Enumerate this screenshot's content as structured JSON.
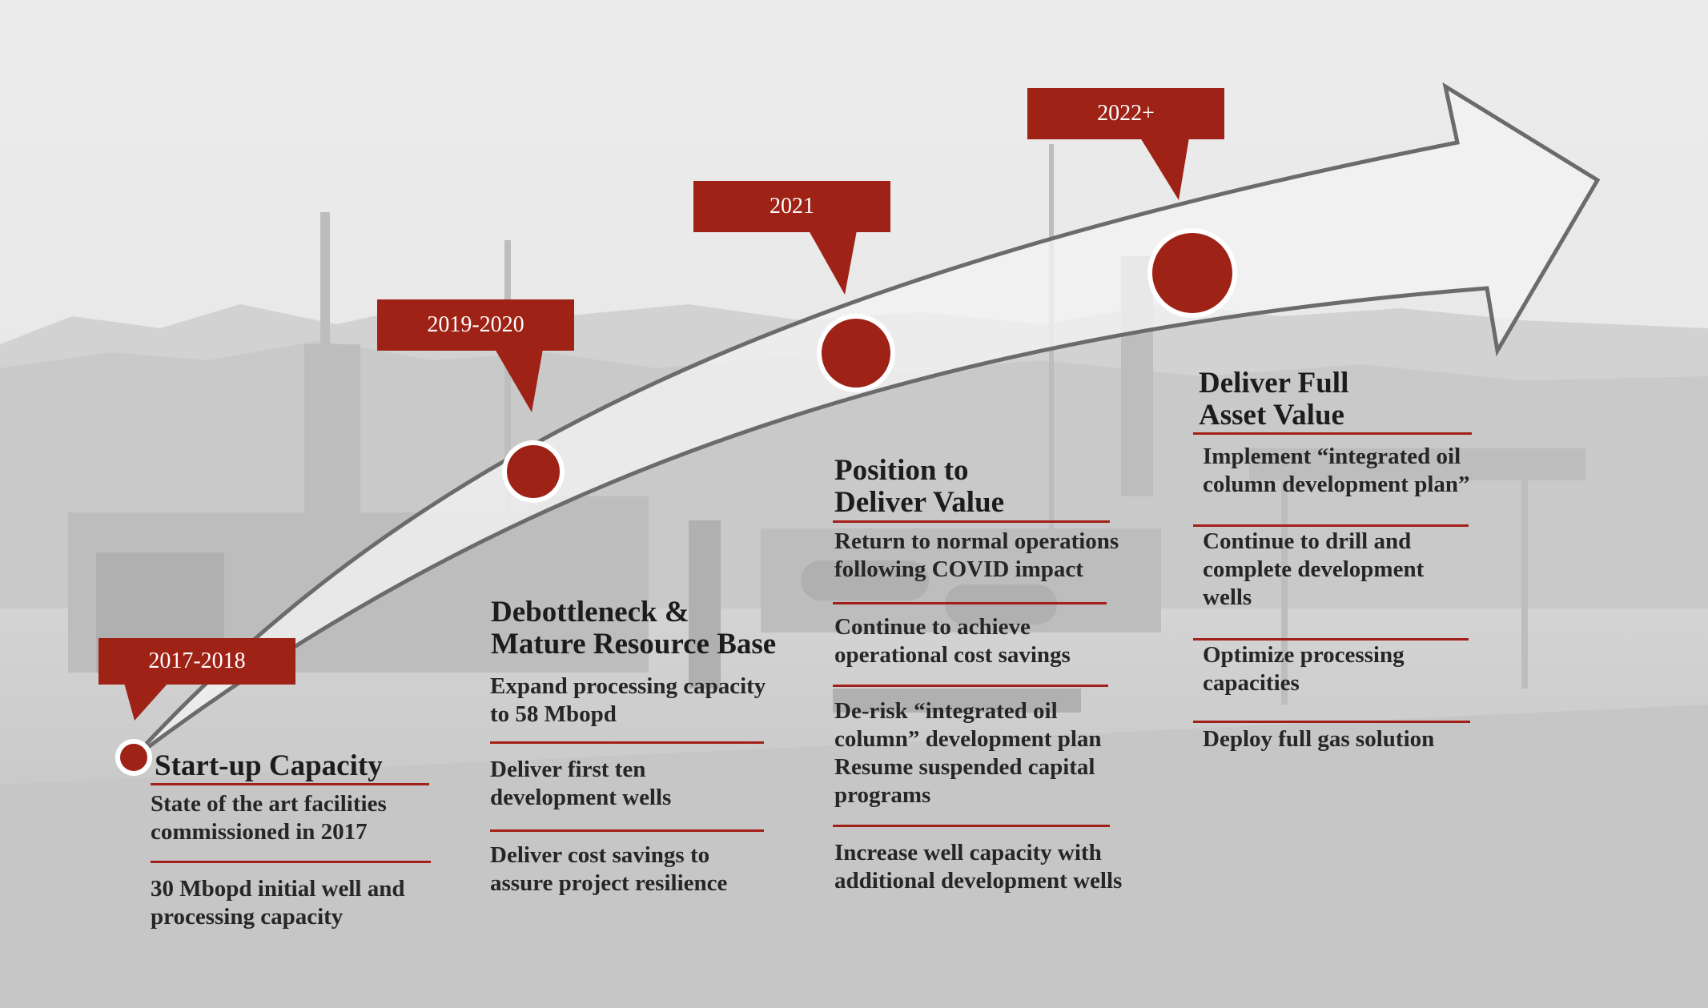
{
  "colors": {
    "accent": "#9e2216",
    "rule": "#a3201a",
    "arrow_outline": "#6b6b6b",
    "arrow_fill": "#f2f2f2",
    "text": "#262626"
  },
  "milestones": [
    {
      "period": "2017-2018",
      "title": "Start-up Capacity",
      "items": [
        "State of the art facilities\ncommissioned in 2017",
        "30 Mbopd initial well and\nprocessing capacity"
      ]
    },
    {
      "period": "2019-2020",
      "title": "Debottleneck &\nMature Resource Base",
      "items": [
        "Expand processing capacity\nto 58 Mbopd",
        "Deliver first ten\ndevelopment wells",
        "Deliver cost savings to\nassure project resilience"
      ]
    },
    {
      "period": "2021",
      "title": "Position to\nDeliver Value",
      "items": [
        "Return to normal operations\nfollowing COVID impact",
        "Continue to achieve\noperational cost savings",
        "De-risk “integrated oil\ncolumn” development plan\nResume suspended capital\nprograms",
        "Increase well capacity with\nadditional development wells"
      ]
    },
    {
      "period": "2022+",
      "title": "Deliver Full\nAsset Value",
      "items": [
        "Implement “integrated oil\ncolumn development plan”",
        "Continue to drill and\ncomplete development\nwells",
        "Optimize processing\ncapacities",
        "Deploy full gas solution"
      ]
    }
  ]
}
